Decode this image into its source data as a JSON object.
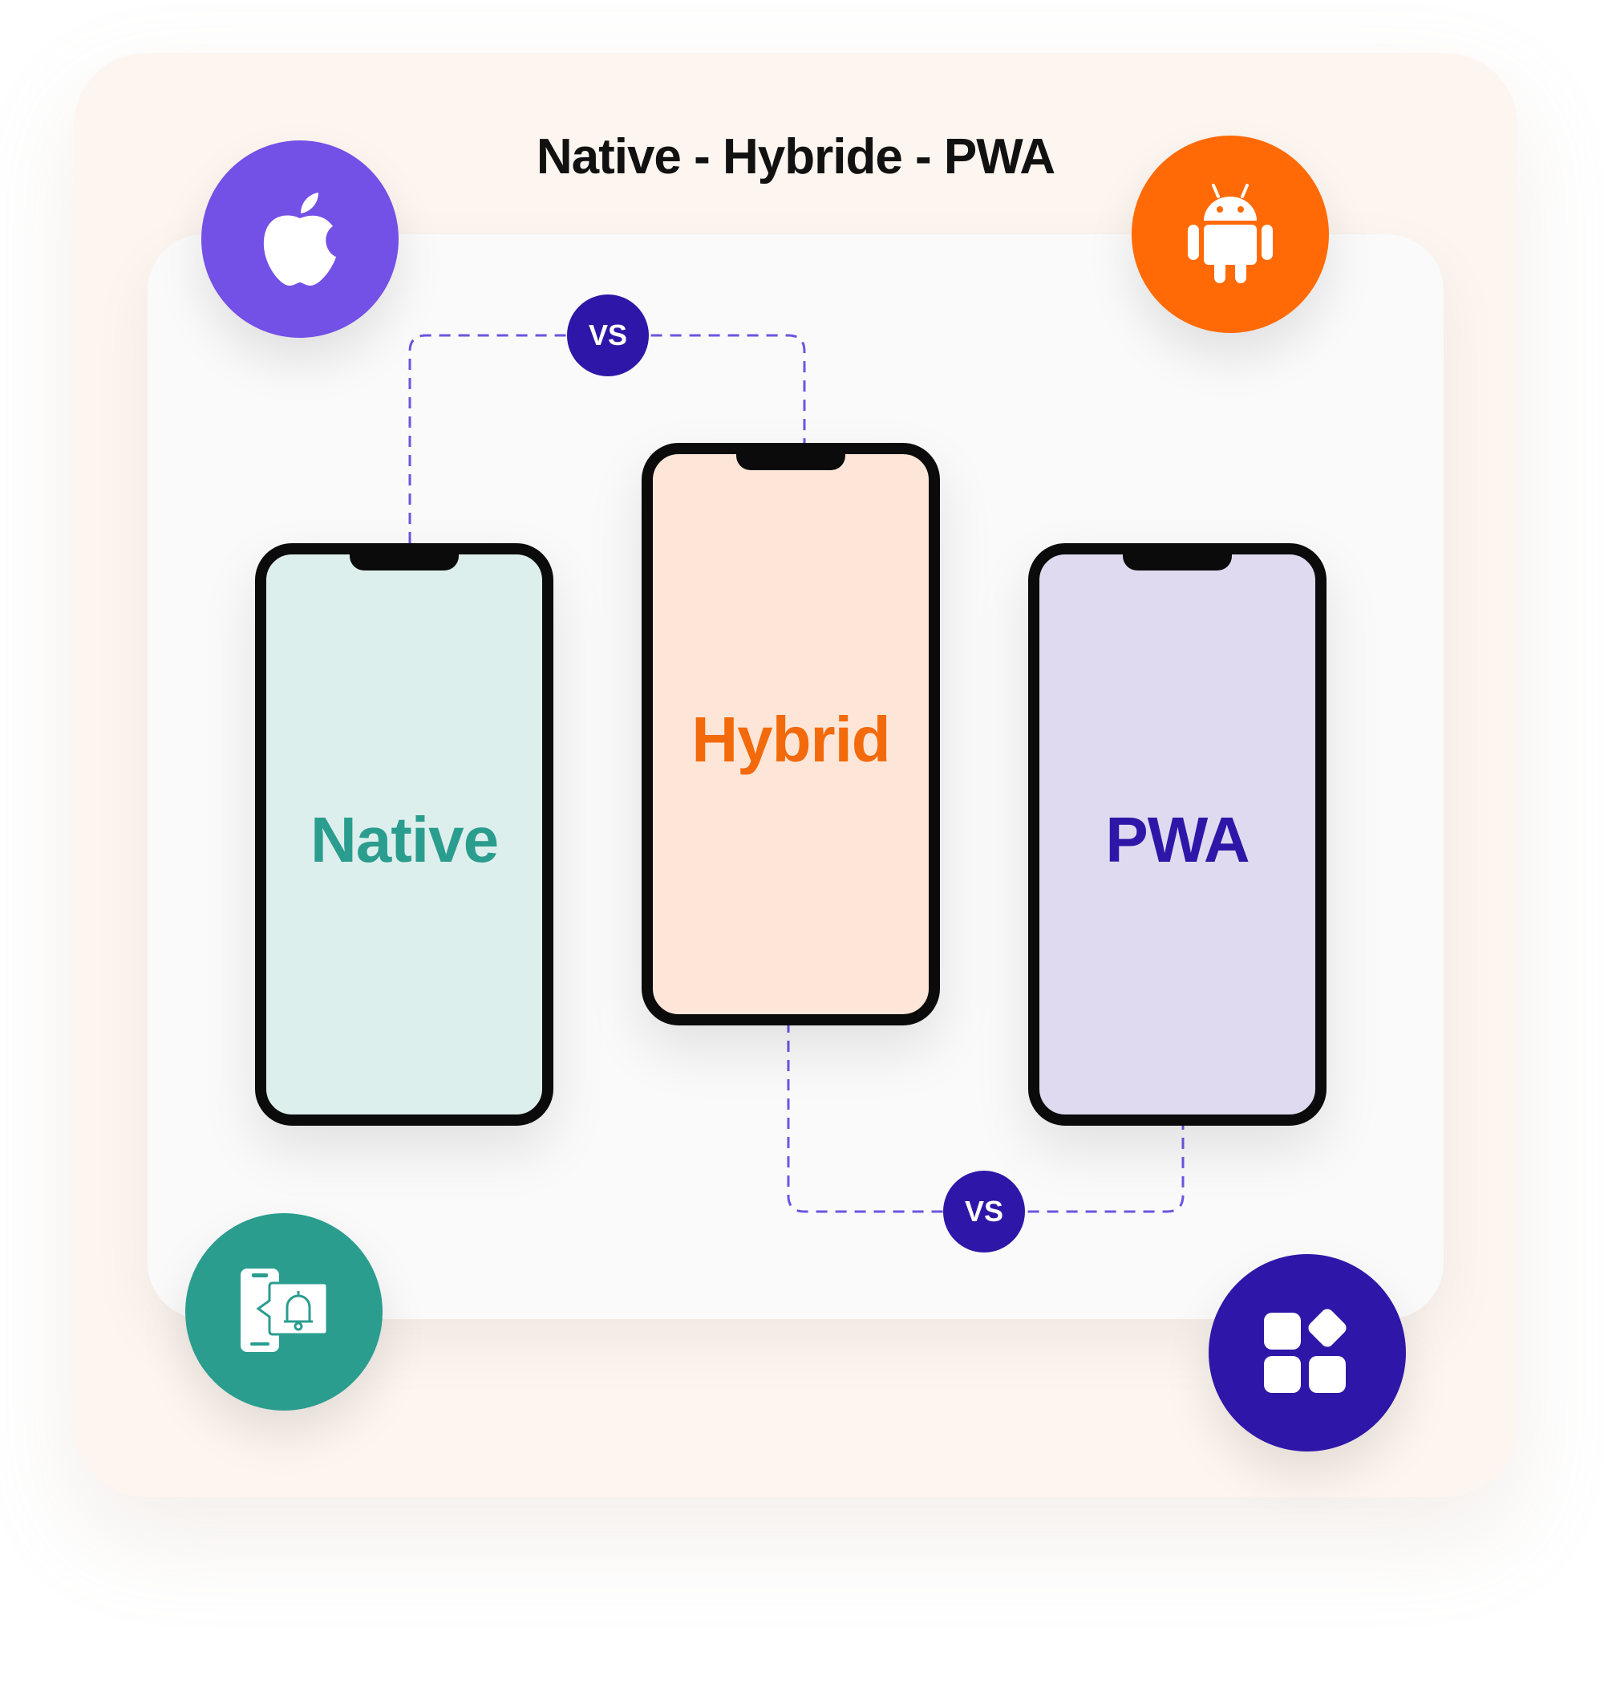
{
  "title": "Native - Hybride - PWA",
  "vs_label": "VS",
  "phones": {
    "native": {
      "label": "Native",
      "screen_color": "#ddefec",
      "label_color": "#2a9d8f"
    },
    "hybrid": {
      "label": "Hybrid",
      "screen_color": "#fde6d8",
      "label_color": "#f26a0c"
    },
    "pwa": {
      "label": "PWA",
      "screen_color": "#dfdaf0",
      "label_color": "#2e17a8"
    }
  },
  "icons": {
    "apple": {
      "name": "apple-icon",
      "color": "#7350e6"
    },
    "android": {
      "name": "android-icon",
      "color": "#ff6a06"
    },
    "notification": {
      "name": "app-notification-icon",
      "color": "#2a9d8f"
    },
    "widgets": {
      "name": "widgets-icon",
      "color": "#2e17a8"
    }
  },
  "connector_color": "#6b55e0"
}
